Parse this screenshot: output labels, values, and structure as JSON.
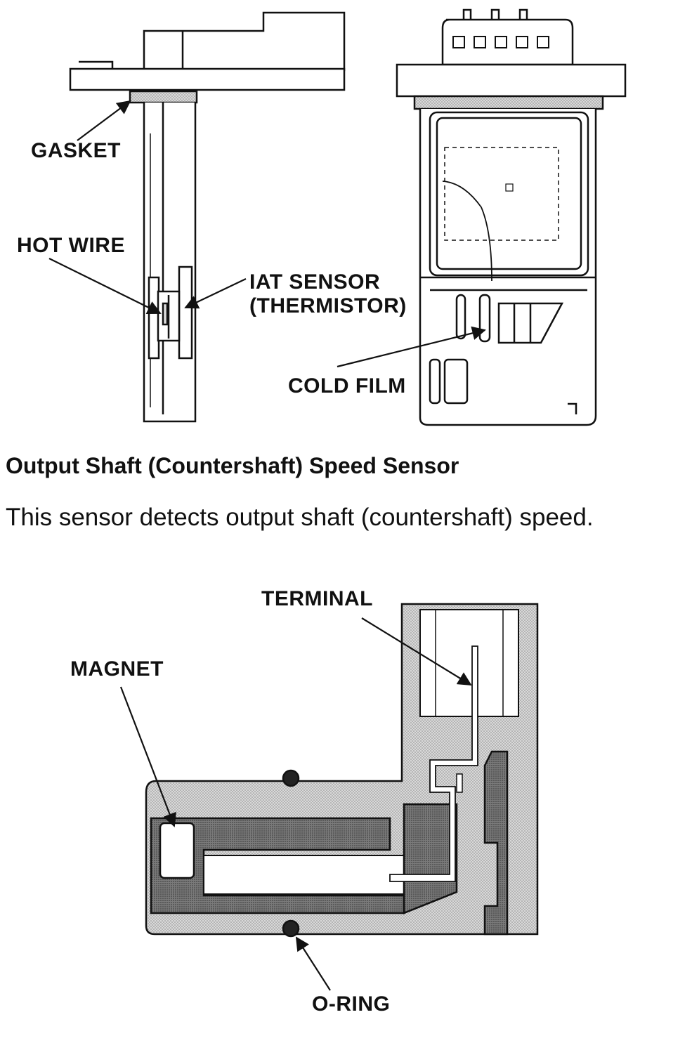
{
  "maf_figure": {
    "labels": {
      "gasket": "GASKET",
      "hot_wire": "HOT WIRE",
      "iat_line1": "IAT SENSOR",
      "iat_line2": "(THERMISTOR)",
      "cold_film": "COLD FILM"
    }
  },
  "section": {
    "heading": "Output Shaft (Countershaft) Speed Sensor",
    "description": "This sensor detects output shaft (countershaft) speed."
  },
  "speed_sensor_figure": {
    "labels": {
      "terminal": "TERMINAL",
      "magnet": "MAGNET",
      "o_ring": "O-RING"
    }
  },
  "colors": {
    "ink": "#111111",
    "shade_light": "#c8c8c8",
    "shade_dark": "#6a6a6a"
  }
}
